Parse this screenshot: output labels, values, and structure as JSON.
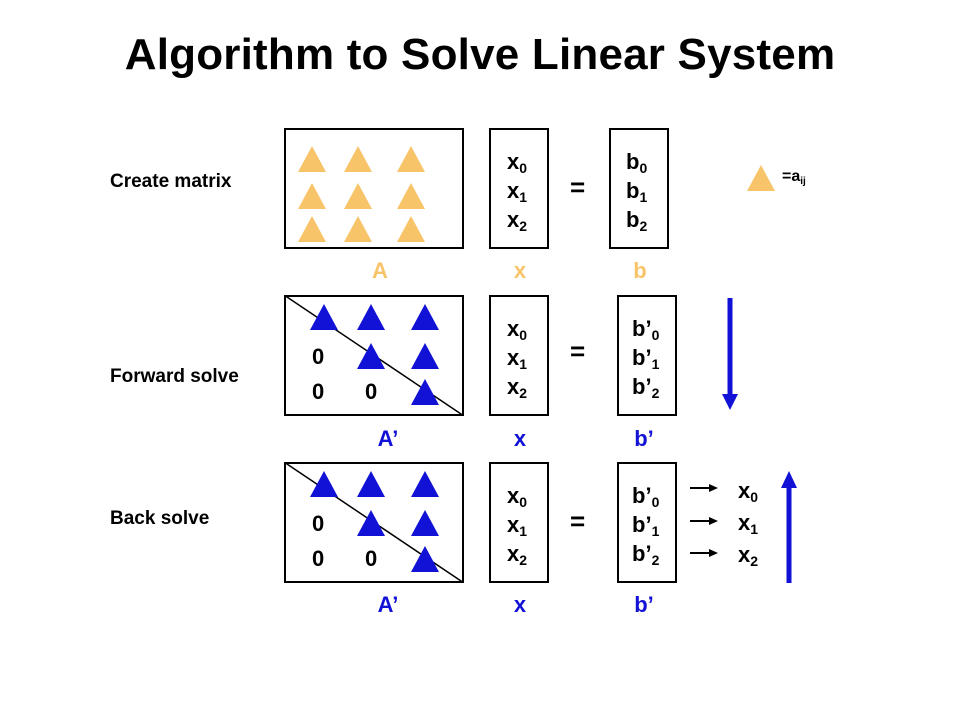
{
  "title": "Algorithm to Solve Linear System",
  "rows": {
    "create": {
      "label": "Create matrix",
      "matrix_caption": "A",
      "x_caption": "x",
      "b_caption": "b",
      "x_entries": [
        {
          "base": "x",
          "sub": "0"
        },
        {
          "base": "x",
          "sub": "1"
        },
        {
          "base": "x",
          "sub": "2"
        }
      ],
      "b_entries": [
        {
          "base": "b",
          "sub": "0"
        },
        {
          "base": "b",
          "sub": "1"
        },
        {
          "base": "b",
          "sub": "2"
        }
      ]
    },
    "forward": {
      "label": "Forward solve",
      "matrix_caption": "A’",
      "x_caption": "x",
      "b_caption": "b’",
      "zeros": [
        "0",
        "0",
        "0"
      ],
      "x_entries": [
        {
          "base": "x",
          "sub": "0"
        },
        {
          "base": "x",
          "sub": "1"
        },
        {
          "base": "x",
          "sub": "2"
        }
      ],
      "b_entries": [
        {
          "base": "b’",
          "sub": "0"
        },
        {
          "base": "b’",
          "sub": "1"
        },
        {
          "base": "b’",
          "sub": "2"
        }
      ]
    },
    "back": {
      "label": "Back solve",
      "matrix_caption": "A’",
      "x_caption": "x",
      "b_caption": "b’",
      "zeros": [
        "0",
        "0",
        "0"
      ],
      "x_entries": [
        {
          "base": "x",
          "sub": "0"
        },
        {
          "base": "x",
          "sub": "1"
        },
        {
          "base": "x",
          "sub": "2"
        }
      ],
      "b_entries": [
        {
          "base": "b’",
          "sub": "0"
        },
        {
          "base": "b’",
          "sub": "1"
        },
        {
          "base": "b’",
          "sub": "2"
        }
      ],
      "result_entries": [
        {
          "base": "x",
          "sub": "0"
        },
        {
          "base": "x",
          "sub": "1"
        },
        {
          "base": "x",
          "sub": "2"
        }
      ]
    }
  },
  "equals": "=",
  "legend": {
    "text": "=a",
    "sub": "ij"
  },
  "colors": {
    "element": "#f7c46a",
    "reduced": "#1212d6",
    "diagonal_line": "#000000"
  }
}
